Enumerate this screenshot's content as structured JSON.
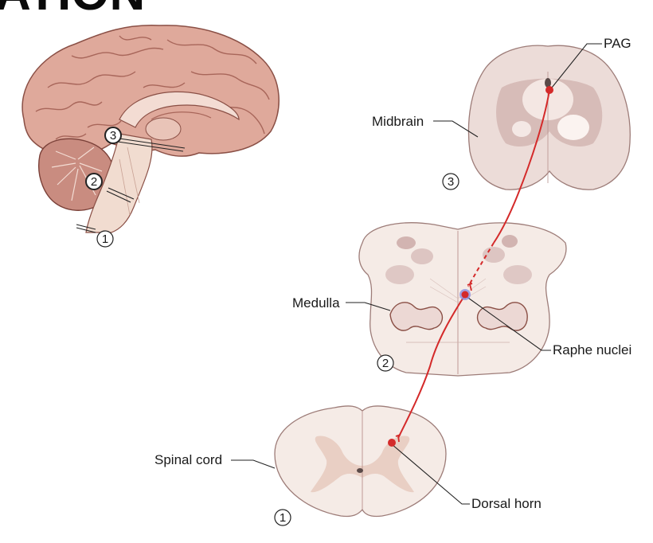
{
  "heading": {
    "text": "ATION"
  },
  "brain": {
    "level_markers": [
      "3",
      "2",
      "1"
    ]
  },
  "sections": {
    "midbrain": {
      "label": "Midbrain",
      "number": "3",
      "nucleus_label": "PAG"
    },
    "medulla": {
      "label": "Medulla",
      "number": "2",
      "nucleus_label": "Raphe nuclei"
    },
    "spinal_cord": {
      "label": "Spinal cord",
      "number": "1",
      "nucleus_label": "Dorsal horn"
    }
  },
  "colors": {
    "pathway": "#d42a2a",
    "tissue_light": "#f7ece4",
    "tissue_mid": "#d8b8ae",
    "tissue_dark": "#b68f8a",
    "brain": "#d9a79a",
    "raphe_node": "#8c8ee0"
  }
}
